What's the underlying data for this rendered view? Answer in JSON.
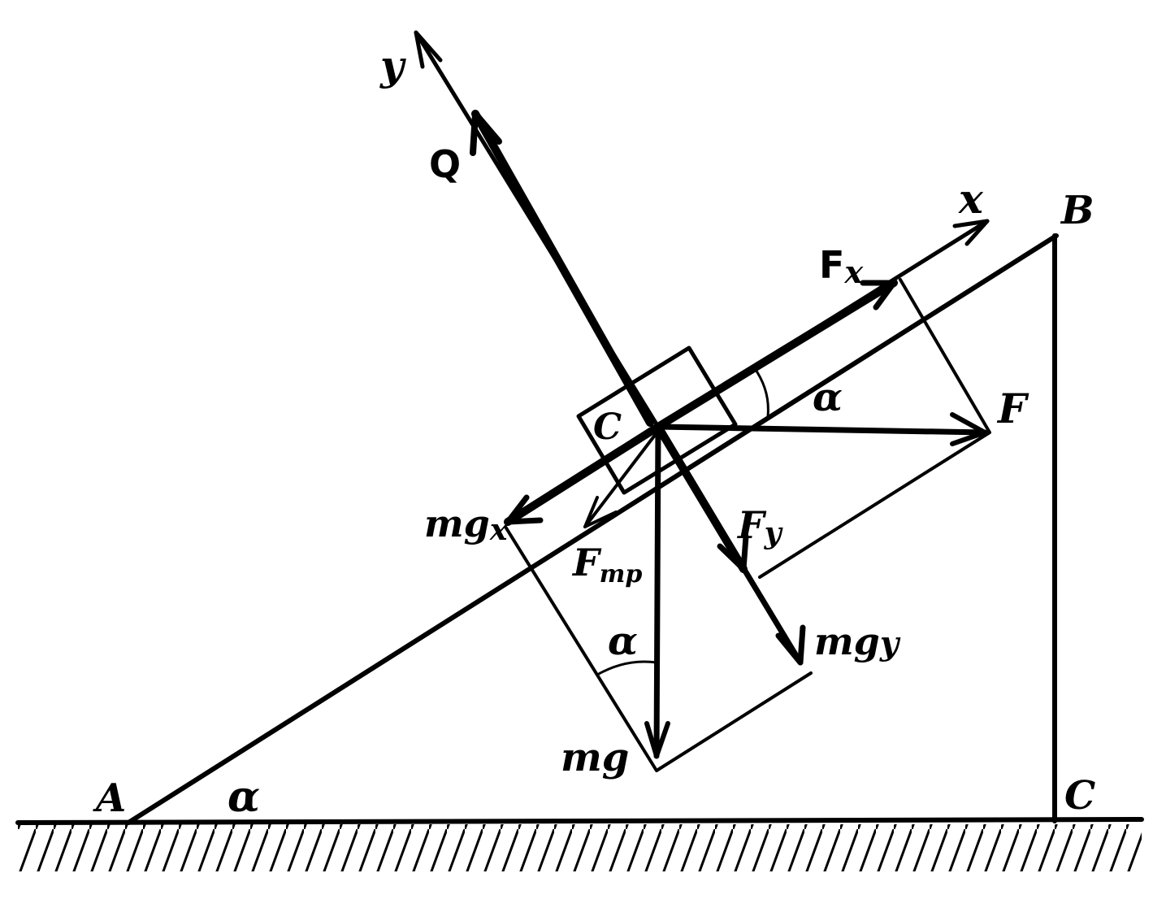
{
  "diagram": {
    "labels": {
      "point_A": "A",
      "point_B": "B",
      "point_C_ground": "C",
      "point_C_center": "C",
      "axis_x": "x",
      "axis_y": "y",
      "force_Q": "Q",
      "force_F": "F",
      "force_Fx_main": "F",
      "force_Fx_sub": "x",
      "force_Fy_main": "F",
      "force_Fy_sub": "y",
      "force_mgx_main": "mg",
      "force_mgx_sub": "x",
      "force_mgy_main": "mg",
      "force_mgy_sub": "y",
      "force_mg": "mg",
      "force_Ftr_main": "F",
      "force_Ftr_sub": "тр",
      "angle_base": "α",
      "angle_top": "α",
      "angle_bottom": "α"
    }
  }
}
